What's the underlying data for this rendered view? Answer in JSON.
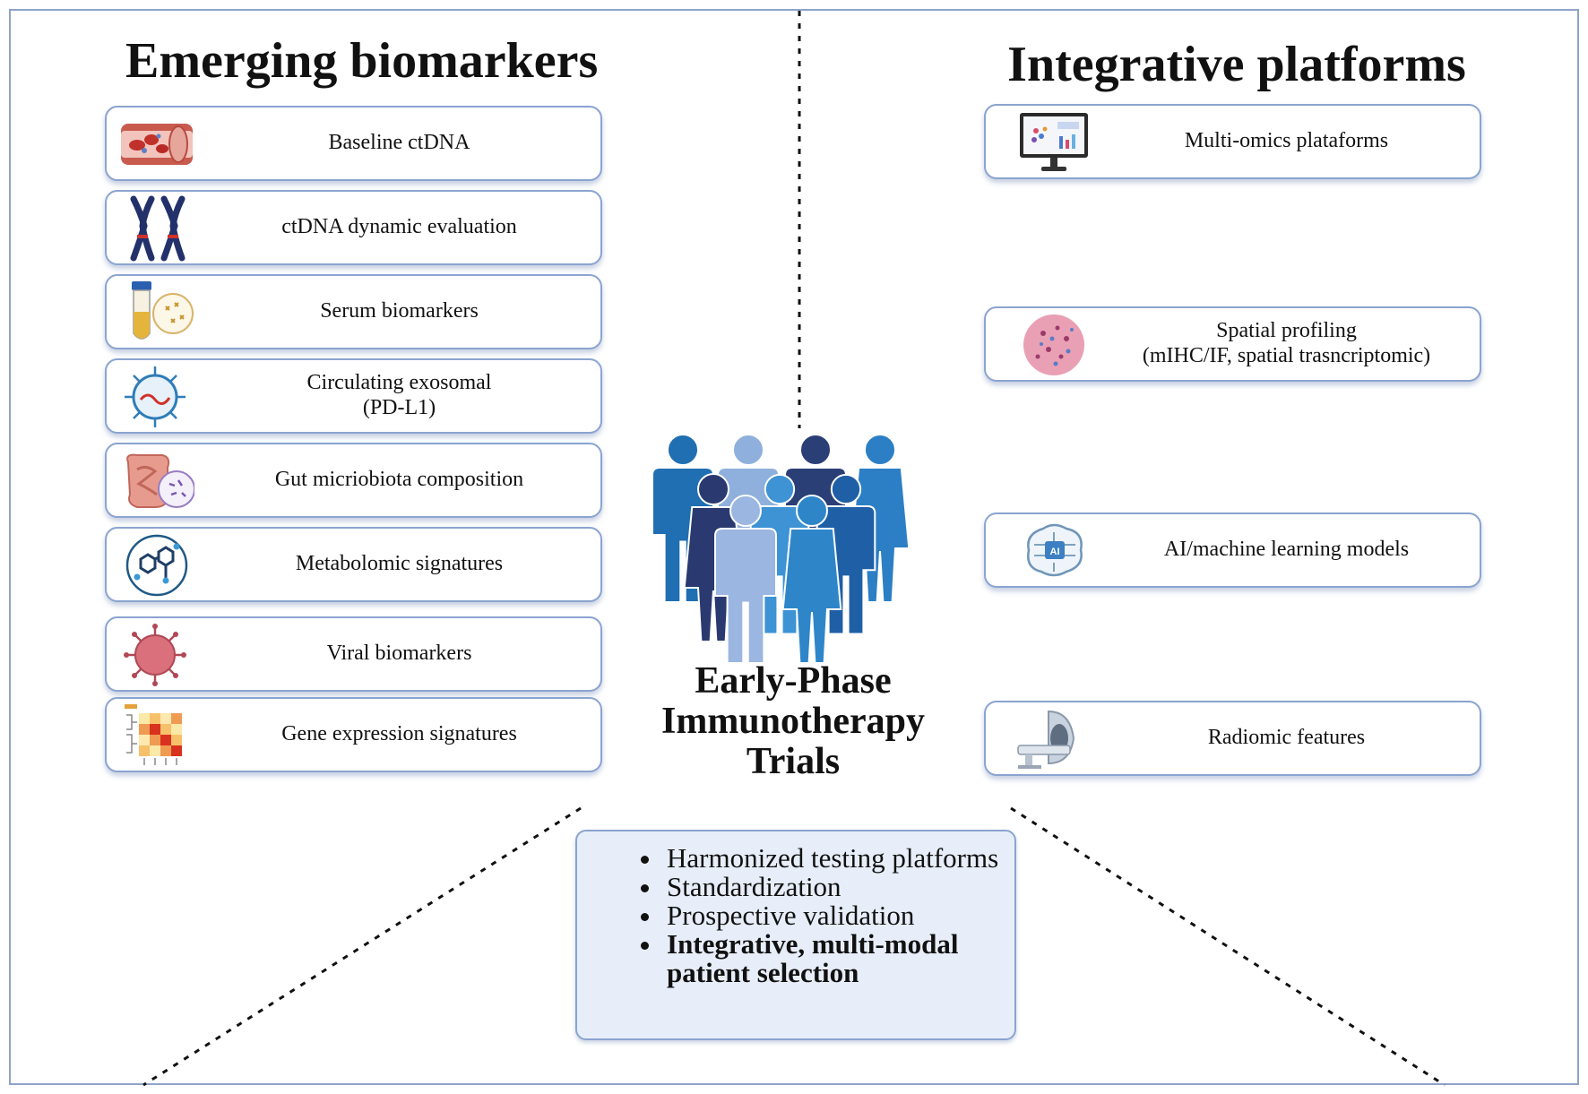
{
  "left_column": {
    "title": "Emerging biomarkers",
    "items": [
      {
        "label_lines": [
          "Baseline ctDNA"
        ],
        "icon": "blood-vessel-icon"
      },
      {
        "label_lines": [
          "ctDNA dynamic evaluation"
        ],
        "icon": "chromosome-icon"
      },
      {
        "label_lines": [
          "Serum biomarkers"
        ],
        "icon": "serum-tube-icon"
      },
      {
        "label_lines": [
          "Circulating exosomal",
          "(PD-L1)"
        ],
        "icon": "exosome-icon"
      },
      {
        "label_lines": [
          "Gut micriobiota composition"
        ],
        "icon": "intestine-icon"
      },
      {
        "label_lines": [
          "Metabolomic signatures"
        ],
        "icon": "molecule-icon"
      },
      {
        "label_lines": [
          "Viral biomarkers"
        ],
        "icon": "virus-icon"
      },
      {
        "label_lines": [
          "Gene expression signatures"
        ],
        "icon": "heatmap-icon"
      }
    ]
  },
  "right_column": {
    "title": "Integrative platforms",
    "items": [
      {
        "label_lines": [
          "Multi-omics plataforms"
        ],
        "icon": "computer-monitor-icon"
      },
      {
        "label_lines": [
          "Spatial profiling",
          "(mIHC/IF, spatial trasncriptomic)"
        ],
        "icon": "tissue-section-icon"
      },
      {
        "label_lines": [
          "AI/machine learning models"
        ],
        "icon": "ai-brain-icon"
      },
      {
        "label_lines": [
          "Radiomic features"
        ],
        "icon": "ct-scanner-icon"
      }
    ]
  },
  "center": {
    "title_lines": [
      "Early-Phase",
      "Immunotherapy",
      "Trials"
    ],
    "icon": "patient-group-icon",
    "people_colors": [
      "#1f6fb2",
      "#8fb0dc",
      "#2b3f77",
      "#2c7fc4",
      "#2a3a70",
      "#3d93d4",
      "#1f5fa6",
      "#9bb6e0",
      "#2e86c9"
    ]
  },
  "summary": {
    "items": [
      {
        "text": "Harmonized testing platforms",
        "bold": false
      },
      {
        "text": "Standardization",
        "bold": false
      },
      {
        "text": "Prospective validation",
        "bold": false
      },
      {
        "text": "Integrative, multi-modal patient selection",
        "bold": true
      }
    ]
  },
  "colors": {
    "frame": "#8fa3c8",
    "card_border": "#8ba4d0",
    "summary_fill": "#e7eef9",
    "dashed_line": "#111111"
  }
}
